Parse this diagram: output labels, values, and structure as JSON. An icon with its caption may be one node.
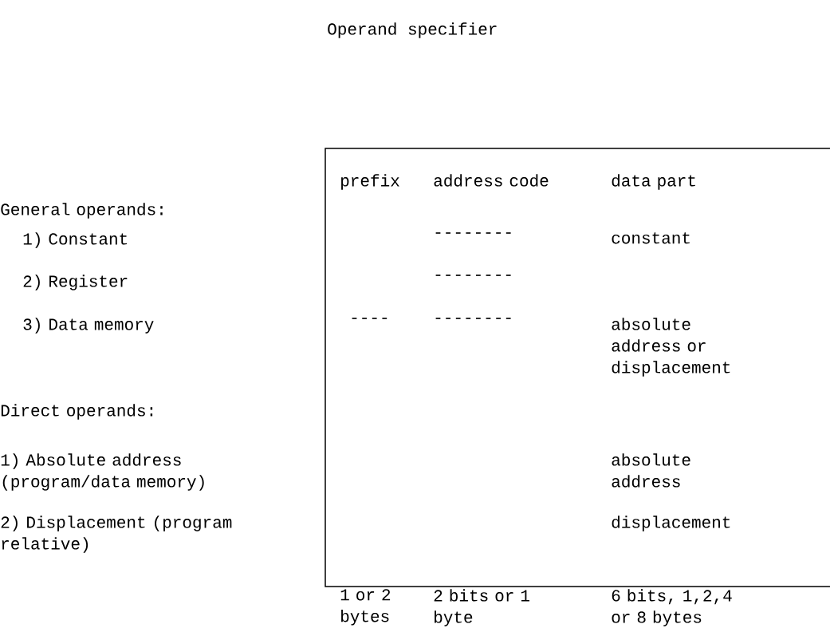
{
  "diagram": {
    "title": "Operand specifier",
    "labels": [
      "prefix",
      "address code",
      "data part",
      "General operands:",
      "1) Constant",
      "--------",
      "constant",
      "2) Register",
      "--------",
      "3) Data memory",
      "----",
      "--------",
      "absolute address or displacement",
      "Direct operands:",
      "1) Absolute address (program/data memory)",
      "absolute address",
      "2) Displacement (program relative)",
      "displacement",
      "1 or 2 bytes",
      "2 bits or 1 byte",
      "6 bits, 1,2,4 or 8 bytes"
    ]
  }
}
